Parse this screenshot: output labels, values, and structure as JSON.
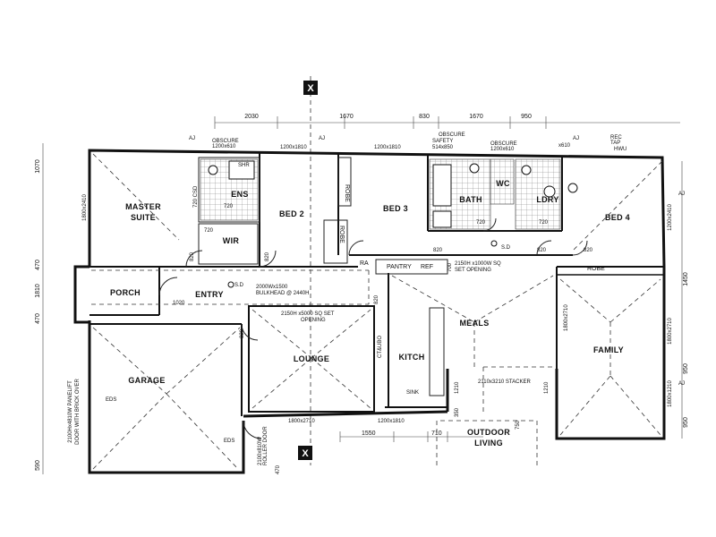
{
  "rooms": {
    "master_suite_1": "MASTER",
    "master_suite_2": "SUITE",
    "ens": "ENS",
    "wir": "WIR",
    "bed2": "BED 2",
    "bed3": "BED 3",
    "bath": "BATH",
    "wc": "WC",
    "ldry": "LDRY",
    "bed4": "BED 4",
    "porch": "PORCH",
    "entry": "ENTRY",
    "pantry": "PANTRY",
    "meals": "MEALS",
    "lounge": "LOUNGE",
    "kitch": "KITCH",
    "garage": "GARAGE",
    "family": "FAMILY",
    "outdoor_1": "OUTDOOR",
    "outdoor_2": "LIVING",
    "robe1": "ROBE",
    "robe2": "ROBE",
    "robe3": "ROBE",
    "ra": "RA",
    "ref": "REF",
    "sink": "SINK",
    "shr": "SHR"
  },
  "notes": {
    "obscure1": "OBSCURE",
    "obscure1_size": "1200x610",
    "obscure2": "OBSCURE",
    "obscure2_b": "SAFETY",
    "obscure2_size": "514x850",
    "obscure3": "OBSCURE",
    "obscure3_size": "1200x610",
    "rec_tap_1": "REC",
    "rec_tap_2": "TAP",
    "hwu": "HWU",
    "window_top_1": "1200x1810",
    "window_top_2": "1200x1810",
    "window_top_3": "x610",
    "csd": "720 CSD",
    "set_opening_1": "2150H x1000W SQ",
    "set_opening_1b": "SET OPENING",
    "bulkhead_1": "2000Wx1500",
    "bulkhead_2": "BULKHEAD @ 2440H",
    "set_opening_2": "2150H x5000 SQ SET",
    "set_opening_2b": "OPENING",
    "stacker": "2110x3210 STACKER",
    "bottom_window_1": "1800x2710",
    "bottom_window_2": "1200x1810",
    "garage_door_1": "2100Hx4810W PANELIFT",
    "garage_door_2": "DOOR WITH BRICK OVER",
    "roller_door_1": "2100x810W",
    "roller_door_2": "ROLLER DOOR",
    "eds1": "EDS",
    "eds2": "EDS",
    "sd1": "S.D",
    "sd2": "S.D",
    "ctubo": "CT&UBO",
    "family_window_1": "1800x2710",
    "family_window_2": "1800x1210",
    "bed4_window": "1200x2410",
    "master_window": "1800x2410",
    "meals_window": "1800x2710",
    "section_mark": "X",
    "aj": "AJ"
  },
  "dimensions": {
    "top_1": "2030",
    "top_2": "1670",
    "top_3": "830",
    "top_4": "1670",
    "top_5": "950",
    "left_1": "1070",
    "left_2": "470",
    "left_3": "1810",
    "left_4": "470",
    "left_5": "590",
    "right_1": "1450",
    "right_2": "950",
    "right_3": "950",
    "bottom_1": "1550",
    "bottom_2": "710",
    "d720_a": "720",
    "d720_b": "720",
    "d720_c": "720",
    "d720_d": "720",
    "d820_a": "820",
    "d820_b": "820",
    "d820_c": "820",
    "d820_d": "820",
    "d820_e": "820",
    "d820_f": "820",
    "d820_g": "820",
    "d1020": "1020",
    "d700": "700",
    "d1210_a": "1210",
    "d1210_b": "1210",
    "d350": "350",
    "d750": "750",
    "d470_b": "470"
  }
}
